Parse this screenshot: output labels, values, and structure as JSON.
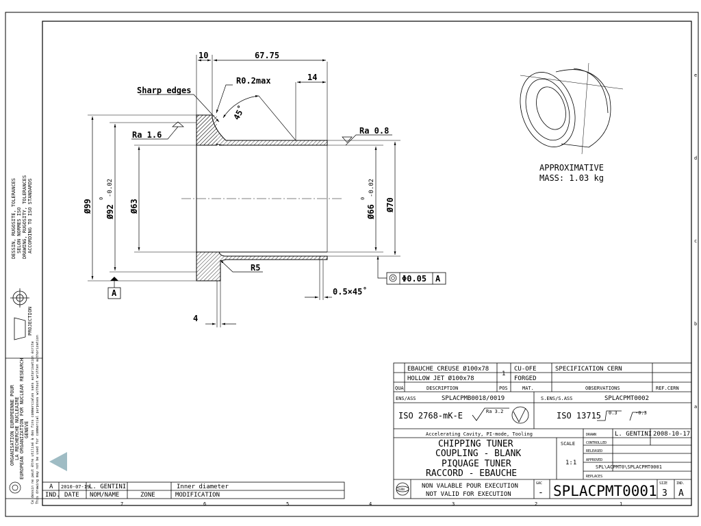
{
  "dimensions": {
    "d10": "10",
    "d6775": "67.75",
    "d14": "14",
    "r02": "R0.2max",
    "sharp": "Sharp edges",
    "angle45": "45˚",
    "ra16": "Ra 1.6",
    "ra08": "Ra 0.8",
    "d99": "Ø99",
    "d92": "Ø92",
    "d92_up": "0",
    "d92_low": "-0.02",
    "d63": "Ø63",
    "d66": "Ø66",
    "d66_up": "0",
    "d66_low": "-0.02",
    "d70": "Ø70",
    "r5": "R5",
    "chamfer": "0.5×45˚",
    "d4": "4",
    "datum": "A",
    "tol_value": "Φ0.05",
    "tol_datum": "A"
  },
  "iso_view": {
    "line1": "APPROXIMATIVE",
    "line2": "MASS: 1.03 kg"
  },
  "side_text": {
    "line1": "DESSIN, RUGOSITE, TOLERANCES",
    "line2": "SELON NORMES ISO",
    "line3": "DRAWING, RUGOSITY, TOLERANCES",
    "line4": "ACCORDING TO ISO STANDARDS",
    "projection": "PROJECTION",
    "org1": "ORGANISATION EUROPEENNE POUR",
    "org2": "LA RECHERCHE NUCLEAIRE",
    "org3": "EUROPEAN ORGANIZATION FOR NUCLEAR RESEARCH",
    "org4": "GENEVE",
    "confid": "Ce dessin ne peut être utilisé à des fins commerciales sans autorisation écrite",
    "confid2": "This drawing may not be used for commercial purposes without written authorization"
  },
  "border": {
    "row_labels": [
      "e",
      "d",
      "c",
      "b",
      "a"
    ],
    "col_labels": [
      "7",
      "6",
      "5",
      "4",
      "3",
      "2",
      "1"
    ]
  },
  "revision": {
    "ind": "A",
    "date": "2010-07-19",
    "name": "L. GENTINI",
    "zone": "",
    "modification": "Inner diameter",
    "h_ind": "IND.",
    "h_date": "DATE",
    "h_name": "NOM/NAME",
    "h_zone": "ZONE",
    "h_mod": "MODIFICATION"
  },
  "bom": {
    "r1_desc": "EBAUCHE CREUSE Ø100x78",
    "r1_mat": "CU-OFE",
    "r1_obs": "SPECIFICATION CERN",
    "r2_desc": "HOLLOW JET Ø100x78",
    "r2_mat": "FORGED",
    "pos": "1",
    "h_qua": "QUA",
    "h_desc": "DESCRIPTION",
    "h_pos": "POS",
    "h_mat": "MAT.",
    "h_obs": "OBSERVATIONS",
    "h_ref": "REF.CERN"
  },
  "title_block": {
    "ens_label": "ENS/ASS",
    "ens_value": "SPLACPMB0018/0019",
    "sens_label": "S.ENS/S.ASS",
    "sens_value": "SPLACPMT0002",
    "iso_tol": "ISO 2768-mK-E",
    "ra_sym": "Ra 3.2",
    "iso_edge": "ISO 13715",
    "edge_a": "0.3",
    "edge_b": "-0.3",
    "project": "Accelerating Cavity, PI-mode, Tooling",
    "title1": "CHIPPING TUNER",
    "title2": "COUPLING - BLANK",
    "title3": "PIQUAGE TUNER",
    "title4": "RACCORD - EBAUCHE",
    "scale_label": "SCALE",
    "scale_value": "1:1",
    "drawn_label": "DRAWN",
    "drawn_name": "L. GENTINI",
    "drawn_date": "2008-10-17",
    "controlled_label": "CONTROLLED",
    "released_label": "RELEASED",
    "approved_label": "APPROVED",
    "path": "SPL\\ACPMT0\\SPLACPMT0001",
    "replaces_label": "REPLACES",
    "nonvalid1": "NON VALABLE POUR EXECUTION",
    "nonvalid2": "NOT VALID FOR EXECUTION",
    "gac_label": "GAC",
    "gac_value": "-",
    "drawing_no": "SPLACPMT0001",
    "size_label": "SIZE",
    "size_value": "3",
    "ind_label": "IND.",
    "ind_value": "A",
    "cern": "CERN"
  },
  "colors": {
    "line": "#000000",
    "hatch": "#000000",
    "arrow_button": "#a8c0c8"
  }
}
